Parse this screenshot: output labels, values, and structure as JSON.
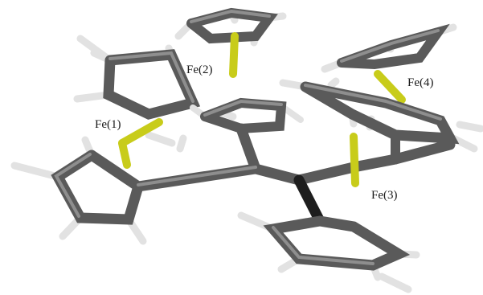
{
  "labels": {
    "fe1": "Fe(1)",
    "fe2": "Fe(2)",
    "fe3": "Fe(3)",
    "fe4": "Fe(4)"
  },
  "colors": {
    "carbon": "#5c5c5c",
    "carbon_highlight": "#8a8a8a",
    "iron": "#c8cc1a",
    "hydrogen": "#e6e6e6",
    "background": "#ffffff",
    "label_text": "#1a1a1a"
  }
}
